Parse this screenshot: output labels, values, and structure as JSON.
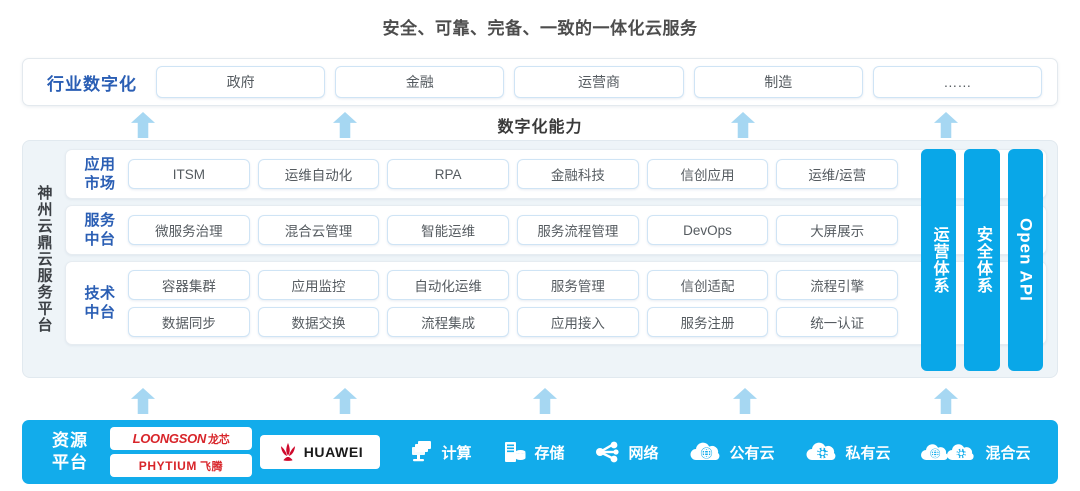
{
  "title": "安全、可靠、完备、一致的一体化云服务",
  "capability_label": "数字化能力",
  "industry": {
    "label": "行业数字化",
    "items": [
      "政府",
      "金融",
      "运营商",
      "制造",
      "……"
    ]
  },
  "platform": {
    "label": "神州云鼎云服务平台",
    "layers": [
      {
        "label_line1": "应用",
        "label_line2": "市场",
        "rows": [
          [
            "ITSM",
            "运维自动化",
            "RPA",
            "金融科技",
            "信创应用",
            "运维/运营"
          ]
        ]
      },
      {
        "label_line1": "服务",
        "label_line2": "中台",
        "rows": [
          [
            "微服务治理",
            "混合云管理",
            "智能运维",
            "服务流程管理",
            "DevOps",
            "大屏展示"
          ]
        ]
      },
      {
        "label_line1": "技术",
        "label_line2": "中台",
        "rows": [
          [
            "容器集群",
            "应用监控",
            "自动化运维",
            "服务管理",
            "信创适配",
            "流程引擎"
          ],
          [
            "数据同步",
            "数据交换",
            "流程集成",
            "应用接入",
            "服务注册",
            "统一认证"
          ]
        ]
      }
    ],
    "vertical_bars": [
      {
        "text": "运营体系",
        "script": "cjk"
      },
      {
        "text": "安全体系",
        "script": "cjk"
      },
      {
        "text": "Open API",
        "script": "latin"
      }
    ]
  },
  "resource": {
    "label_line1": "资源",
    "label_line2": "平台",
    "logos": [
      {
        "name": "loongson",
        "latin": "LOONGSON",
        "cn": "龙芯"
      },
      {
        "name": "phytium",
        "latin": "PHYTIUM",
        "cn": "飞腾"
      },
      {
        "name": "huawei",
        "latin": "HUAWEI",
        "cn": ""
      }
    ],
    "items": [
      {
        "label": "计算",
        "icon": "compute-icon"
      },
      {
        "label": "存储",
        "icon": "storage-icon"
      },
      {
        "label": "网络",
        "icon": "network-icon"
      },
      {
        "label": "公有云",
        "icon": "public-cloud-icon"
      },
      {
        "label": "私有云",
        "icon": "private-cloud-icon"
      },
      {
        "label": "混合云",
        "icon": "hybrid-cloud-icon"
      }
    ]
  },
  "arrows": {
    "upper": [
      131,
      333,
      731,
      934
    ],
    "lower": [
      131,
      333,
      533,
      733,
      934
    ]
  },
  "colors": {
    "accent_blue": "#12aceb",
    "label_blue": "#2a5eb4",
    "arrow_blue": "#a6d7f2",
    "panel_bg": "#eef4f8",
    "logo_red": "#d8252a"
  }
}
